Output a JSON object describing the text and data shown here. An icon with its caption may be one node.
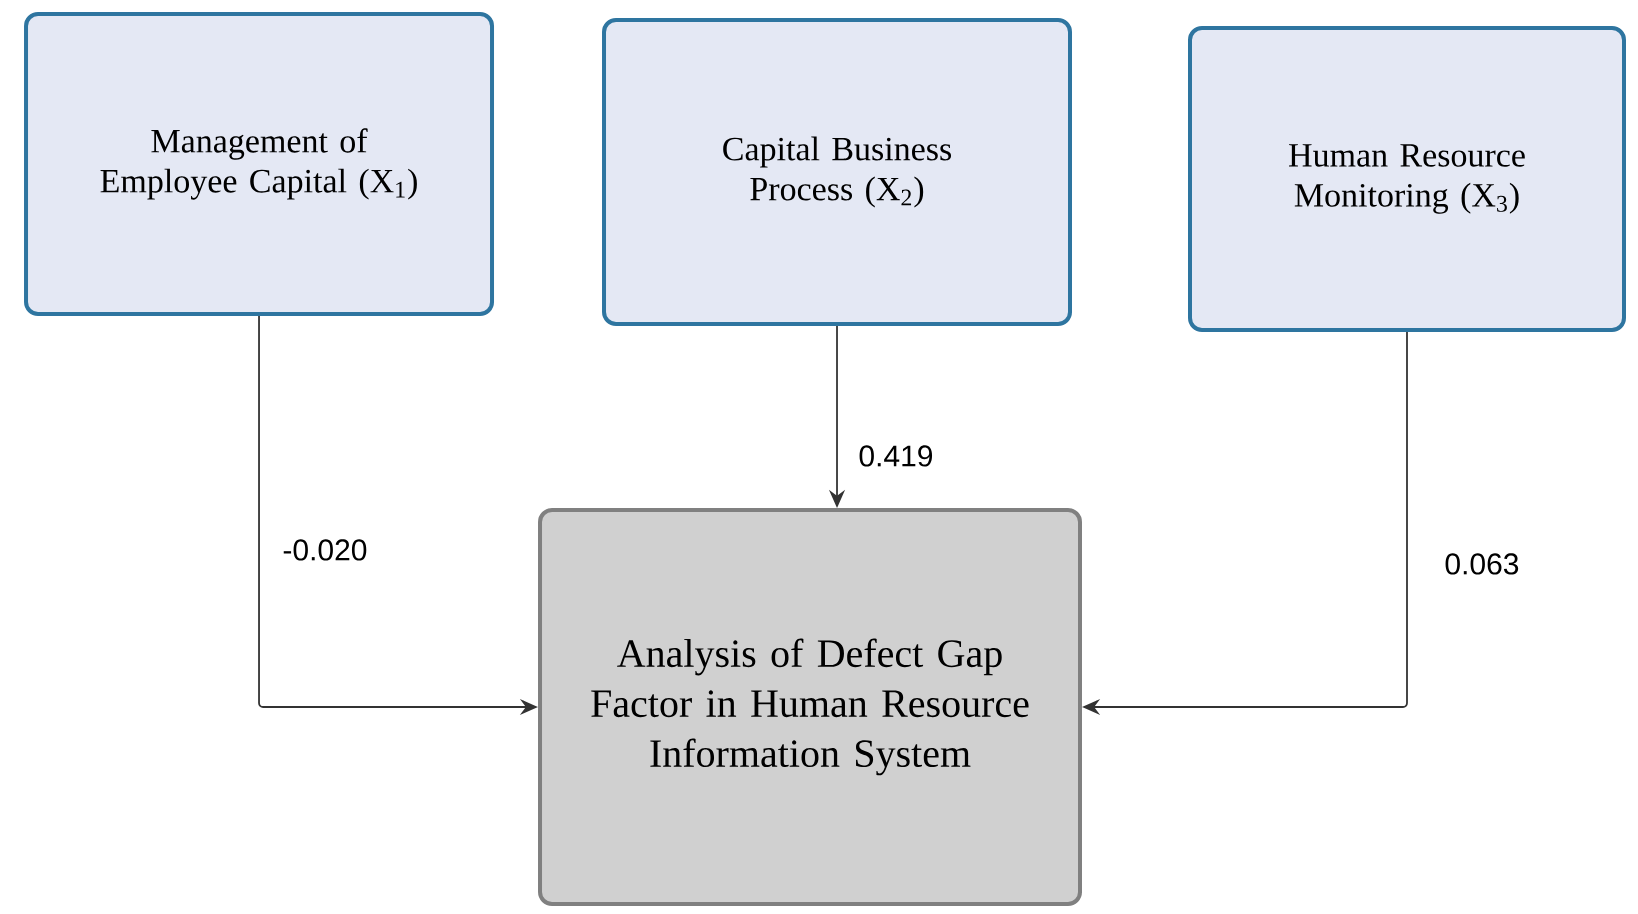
{
  "diagram": {
    "nodes": [
      {
        "text": [
          "Management of Employee Capital (X$_{1}$)"
        ]
      },
      {
        "text": [
          "Capital Business Process (X$_{2}$)"
        ]
      },
      {
        "text": [
          "Human Resource Monitoring (X$_{3}$)"
        ]
      },
      {
        "text": [
          "Analysis of Defect Gap Factor in Human Resource Information System"
        ]
      }
    ],
    "edges": [
      {
        "from": 0,
        "to": 3,
        "arrow": "to",
        "label": "-0.020"
      },
      {
        "from": 1,
        "to": 3,
        "arrow": "to",
        "label": "0.419"
      },
      {
        "from": 2,
        "to": 3,
        "arrow": "to",
        "label": "0.063"
      }
    ]
  }
}
